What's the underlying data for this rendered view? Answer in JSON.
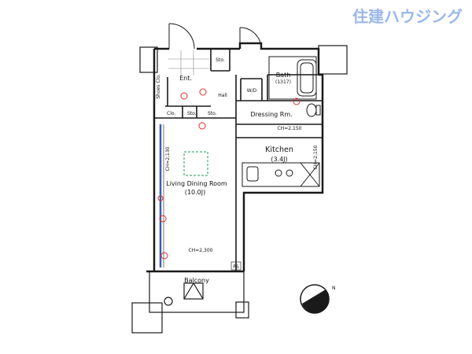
{
  "brand": {
    "name": "住建ハウジング",
    "color": "#9bb8e6"
  },
  "rooms": {
    "entrance": "Ent.",
    "storage_top": "Sto.",
    "shoes_closet": "Shoes Clo.",
    "hall": "Hall",
    "clo": "Clo.",
    "sto_left": "Sto.",
    "sto_mid": "Sto.",
    "wd": "W/D",
    "bath_name": "Bath",
    "bath_size": "(1317)",
    "dressing": "Dressing Rm.",
    "kitchen_name": "Kitchen",
    "kitchen_size": "(3.4J)",
    "ldk_name": "Living Dining Room",
    "ldk_size": "(10.0J)",
    "balcony": "Balcony"
  },
  "ceiling_heights": {
    "kitchen_top": "CH=2,150",
    "kitchen_right": "CH=2,150",
    "ldk_left": "CH=2,130",
    "ldk_bottom": "CH=2,300"
  },
  "marks": {
    "ps": "PS",
    "compass_n": "N"
  },
  "colors": {
    "wall": "#1a1a1a",
    "red_mark": "#d9302b",
    "blue_line": "#3a5db5"
  }
}
